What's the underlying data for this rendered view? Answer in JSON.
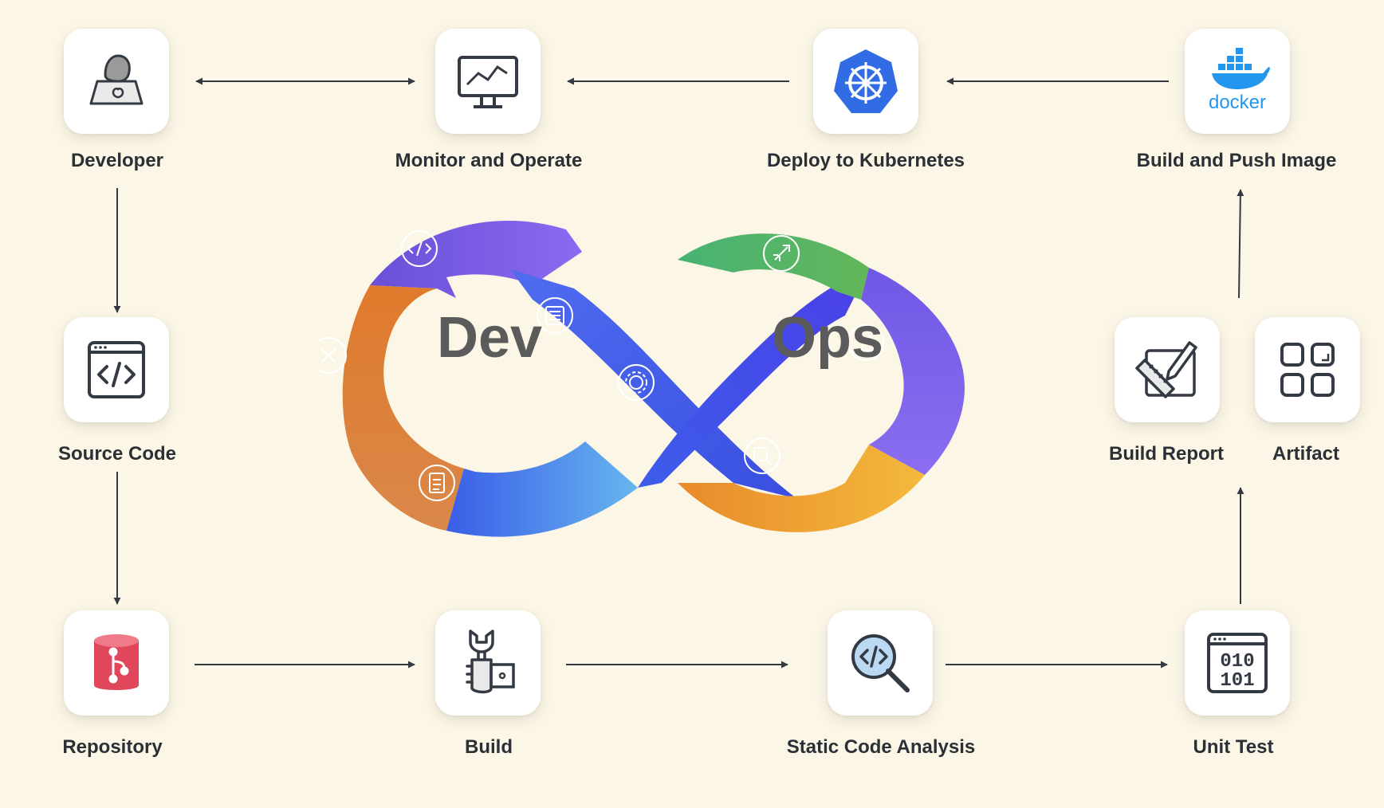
{
  "nodes": {
    "developer": {
      "label": "Developer"
    },
    "monitor": {
      "label": "Monitor and Operate"
    },
    "deploy": {
      "label": "Deploy to Kubernetes"
    },
    "docker": {
      "label": "Build and Push Image",
      "logo_text": "docker"
    },
    "source": {
      "label": "Source Code"
    },
    "report": {
      "label": "Build Report"
    },
    "artifact": {
      "label": "Artifact"
    },
    "repo": {
      "label": "Repository"
    },
    "build": {
      "label": "Build"
    },
    "static": {
      "label": "Static Code Analysis"
    },
    "unit": {
      "label": "Unit Test",
      "binary_top": "010",
      "binary_bottom": "101"
    }
  },
  "center": {
    "dev": "Dev",
    "ops": "Ops"
  },
  "colors": {
    "background": "#fcf6e6",
    "arrow": "#333a44",
    "kubernetes": "#326ce5",
    "docker": "#2496ed",
    "repository": "#e0475a",
    "orange": "#e8892e",
    "purple": "#7a5be0",
    "blue": "#3d63ea",
    "green": "#5cb46a",
    "yellow": "#f2b03b",
    "center_text": "#5b5b5b"
  },
  "icons": {
    "developer": "developer-laptop-icon",
    "monitor": "monitor-chart-icon",
    "deploy": "kubernetes-wheel-icon",
    "docker": "docker-whale-icon",
    "source": "code-window-icon",
    "report": "ruler-pencil-icon",
    "artifact": "grid-squares-icon",
    "repo": "git-cylinder-icon",
    "build": "wrench-hand-icon",
    "static": "magnifier-code-icon",
    "unit": "binary-window-icon"
  }
}
